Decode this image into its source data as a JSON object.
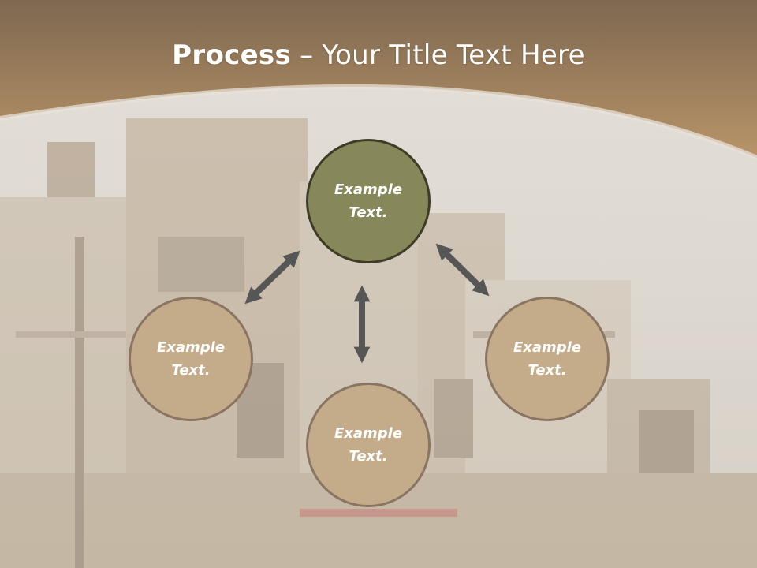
{
  "slide": {
    "title_bold": "Process",
    "title_rest": " – Your Title Text Here"
  },
  "colors": {
    "header_band": "#b08a60",
    "center_node": "#86885a",
    "center_border": "#3e3c28",
    "side_node": "#c4ac8a",
    "side_border": "#8a7563",
    "arrow": "#565656"
  },
  "diagram": {
    "top": {
      "line1": "Example",
      "line2": "Text."
    },
    "left": {
      "line1": "Example",
      "line2": "Text."
    },
    "right": {
      "line1": "Example",
      "line2": "Text."
    },
    "bottom": {
      "line1": "Example",
      "line2": "Text."
    }
  }
}
